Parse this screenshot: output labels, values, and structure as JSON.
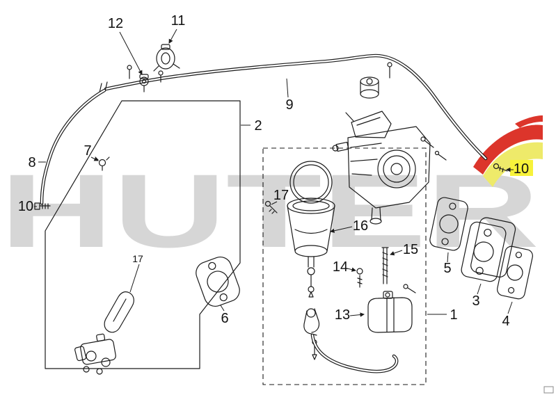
{
  "watermark": {
    "text": "HUTER",
    "color": "#d6d6d6"
  },
  "logo": {
    "red": "#dc352b",
    "yellow_band": "#eeea6a",
    "yellow_highlight": "#f7f23a"
  },
  "diagram": {
    "line_color": "#1a1a1a"
  },
  "labels": {
    "p1": "1",
    "p2": "2",
    "p3": "3",
    "p4": "4",
    "p5": "5",
    "p6": "6",
    "p7": "7",
    "p8": "8",
    "p9": "9",
    "p10_left": "10",
    "p10_right": "10",
    "p11": "11",
    "p12": "12",
    "p13": "13",
    "p14": "14",
    "p15": "15",
    "p16": "16",
    "p17_upper": "17",
    "p17_lower": "17"
  }
}
